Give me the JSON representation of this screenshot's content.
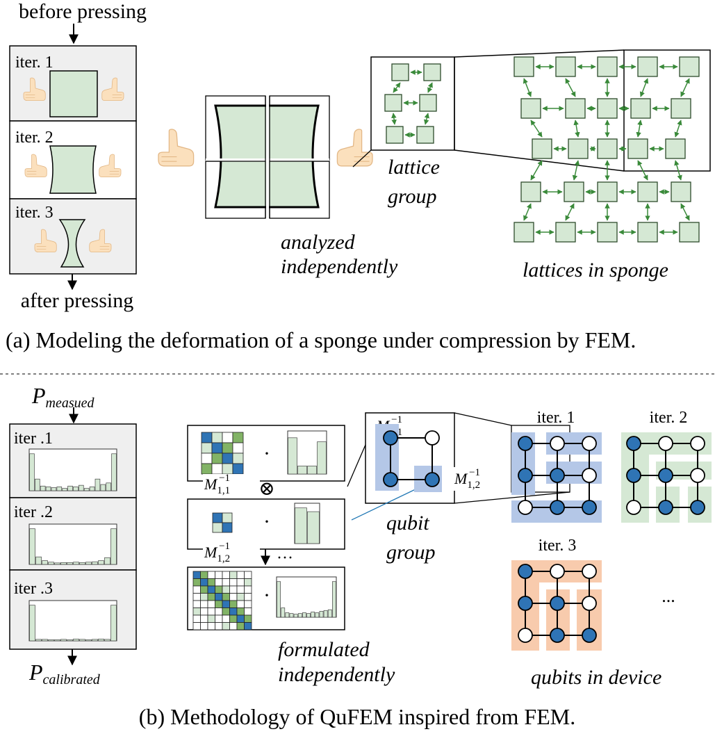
{
  "part_a": {
    "before_label": "before pressing",
    "after_label": "after pressing",
    "iterations": [
      "iter. 1",
      "iter. 2",
      "iter. 3"
    ],
    "analyzed_line1": "analyzed",
    "analyzed_line2": "independently",
    "lattice_group_line1": "lattice",
    "lattice_group_line2": "group",
    "lattices_label": "lattices in sponge",
    "caption": "(a) Modeling the deformation of a sponge under compression by FEM."
  },
  "part_b": {
    "p_measured_main": "P",
    "p_measured_sub": "measued",
    "p_calibrated_main": "P",
    "p_calibrated_sub": "calibrated",
    "iterations": [
      "iter .1",
      "iter .2",
      "iter .3"
    ],
    "m_main": "M",
    "m11_sub": "1,1",
    "m12_sub": "1,2",
    "m_sup": "−1",
    "dot": "·",
    "otimes": "⊗",
    "ellipsis": "···",
    "device_iterations": [
      "iter. 1",
      "iter. 2",
      "iter. 3"
    ],
    "device_ellipsis": "...",
    "formulated_line1": "formulated",
    "formulated_line2": "independently",
    "qubit_group_line1": "qubit",
    "qubit_group_line2": "group",
    "qubits_label": "qubits in device",
    "caption": "(b) Methodology of QuFEM inspired from FEM."
  },
  "colors": {
    "lattice_fill": "#d5e8d4",
    "lattice_stroke": "#2d4a2b",
    "arrow_green": "#3a8a3a",
    "panel_gray": "#efefef",
    "hand_fill": "#fbe0bd",
    "hand_stroke": "#e3b887",
    "qubit_blue": "#2f74b5",
    "group_blue": "#b4c7e7",
    "group_green": "#d5e8d4",
    "group_red": "#f8cbad",
    "matrix_green": "#82b366",
    "histogram_fill": "#d5e8d4"
  }
}
